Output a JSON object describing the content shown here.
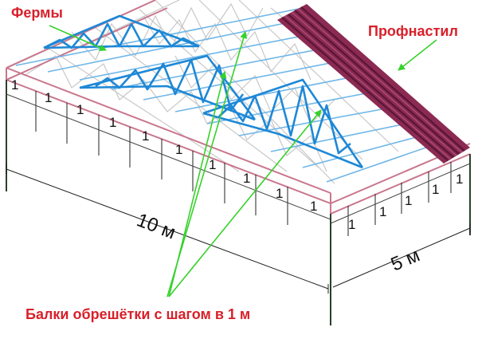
{
  "labels": {
    "trusses": "Фермы",
    "roofing": "Профнастил",
    "battens": "Балки обрешётки с шагом в 1 м"
  },
  "dimensions": {
    "length": "10 м",
    "width": "5 м",
    "step": "1"
  },
  "colors": {
    "truss": "#1e88d6",
    "frame_light": "#bcbcbc",
    "frame_pink": "#c9768c",
    "post": "#2a3f2a",
    "roof_sheet": "#8b2a52",
    "roof_rib": "#5a1636",
    "arrow": "#36d12a",
    "label_red": "#d8202a",
    "dim": "#222222"
  }
}
